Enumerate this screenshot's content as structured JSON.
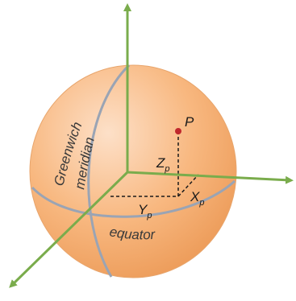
{
  "figure": {
    "point_label": "P",
    "z_label": "Z",
    "z_sub": "p",
    "x_label": "X",
    "x_sub": "p",
    "y_label": "Y",
    "y_sub": "p",
    "meridian_line1": "Greenwich",
    "meridian_line2": "meridian",
    "equator_label": "equator"
  },
  "colors": {
    "axis": "#7aac4c",
    "sphere_light": "#fde0c8",
    "sphere_mid": "#f8b880",
    "sphere_dark": "#ec9a57",
    "sphere_edge": "#e8a56c",
    "great_circle": "#9aa4b4",
    "point": "#c0282d",
    "dashed": "#1a1a1a"
  },
  "icons": {
    "axes": "arrow-icon",
    "point": "dot-icon"
  }
}
